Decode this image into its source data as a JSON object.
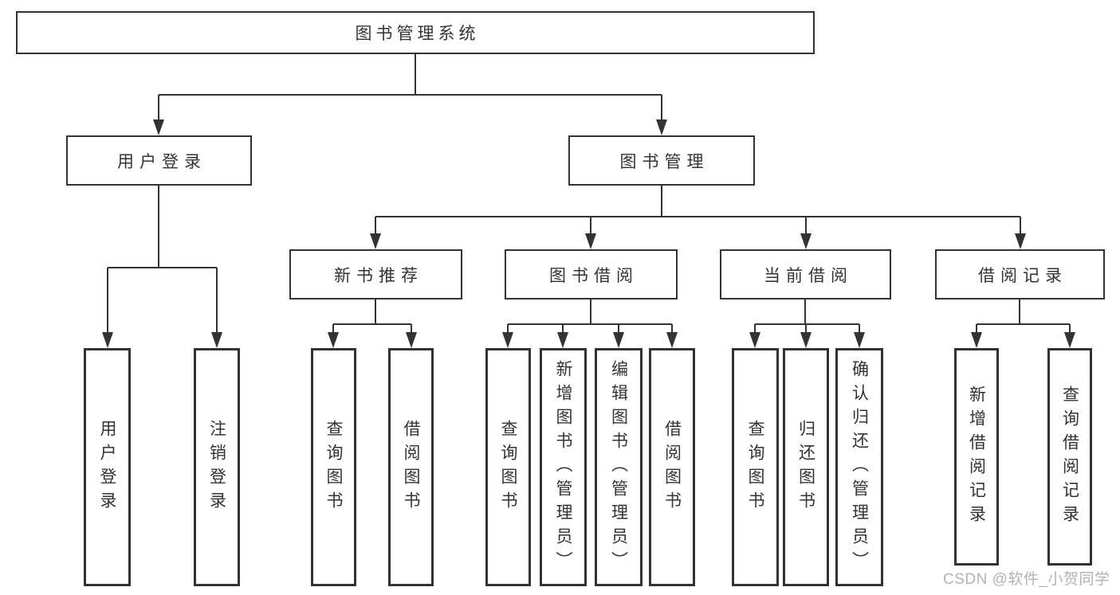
{
  "diagram": {
    "nodes": {
      "root": "图书管理系统",
      "user_login": "用户登录",
      "book_management": "图书管理",
      "login": "用户登录",
      "logout": "注销登录",
      "new_book_recommend": "新书推荐",
      "book_borrow": "图书借阅",
      "current_borrow": "当前借阅",
      "borrow_records": "借阅记录",
      "nb_query_books": "查询图书",
      "nb_borrow_books": "借阅图书",
      "bb_query_books": "查询图书",
      "bb_add_books_admin": "新增图书（管理员）",
      "bb_edit_books_admin": "编辑图书（管理员）",
      "bb_borrow_books": "借阅图书",
      "cb_query_books": "查询图书",
      "cb_return_books": "归还图书",
      "cb_confirm_return_admin": "确认归还（管理员）",
      "br_add_record": "新增借阅记录",
      "br_query_record": "查询借阅记录"
    },
    "watermark": "CSDN @软件_小贺同学",
    "colors": {
      "line": "#333333",
      "text": "#333333",
      "watermark": "#b1b1ba",
      "background": "#ffffff"
    }
  }
}
